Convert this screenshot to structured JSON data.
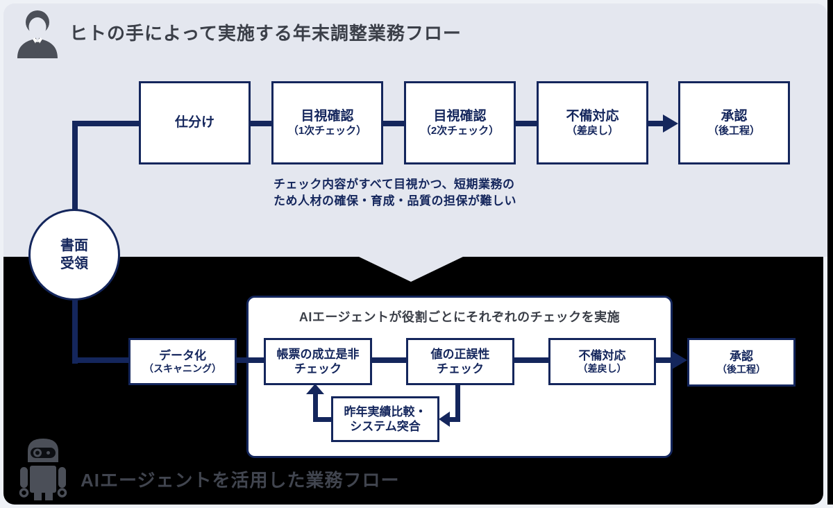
{
  "colors": {
    "navy": "#14265c",
    "panel_light": "#e4e7ef",
    "panel_dark": "#000000",
    "title_gray": "#3b3f48",
    "icon_gray": "#4b4f58",
    "label_gray": "#41454f"
  },
  "top": {
    "icon": "person-icon",
    "title": "ヒトの手によって実施する年末調整業務フロー",
    "steps": [
      {
        "label": "仕分け",
        "sub": ""
      },
      {
        "label": "目視確認",
        "sub": "（1次チェック）"
      },
      {
        "label": "目視確認",
        "sub": "（2次チェック）"
      },
      {
        "label": "不備対応",
        "sub": "（差戻し）"
      },
      {
        "label": "承認",
        "sub": "（後工程）"
      }
    ],
    "caption_line1": "チェック内容がすべて目視かつ、短期業務の",
    "caption_line2": "ため人材の確保・育成・品質の担保が難しい"
  },
  "start": {
    "line1": "書面",
    "line2": "受領"
  },
  "bottom": {
    "icon": "robot-icon",
    "container_title": "AIエージェントが役割ごとにそれぞれのチェックを実施",
    "steps": [
      {
        "line1": "データ化",
        "line2": "（スキャニング）"
      },
      {
        "line1": "帳票の成立是非",
        "line2": "チェック"
      },
      {
        "line1": "値の正誤性",
        "line2": "チェック"
      },
      {
        "line1": "不備対応",
        "line2": "（差戻し）"
      },
      {
        "line1": "承認",
        "line2": "（後工程）"
      }
    ],
    "loop_box": {
      "line1": "昨年実績比較・",
      "line2": "システム突合"
    },
    "label": "AIエージェントを活用した業務フロー"
  }
}
